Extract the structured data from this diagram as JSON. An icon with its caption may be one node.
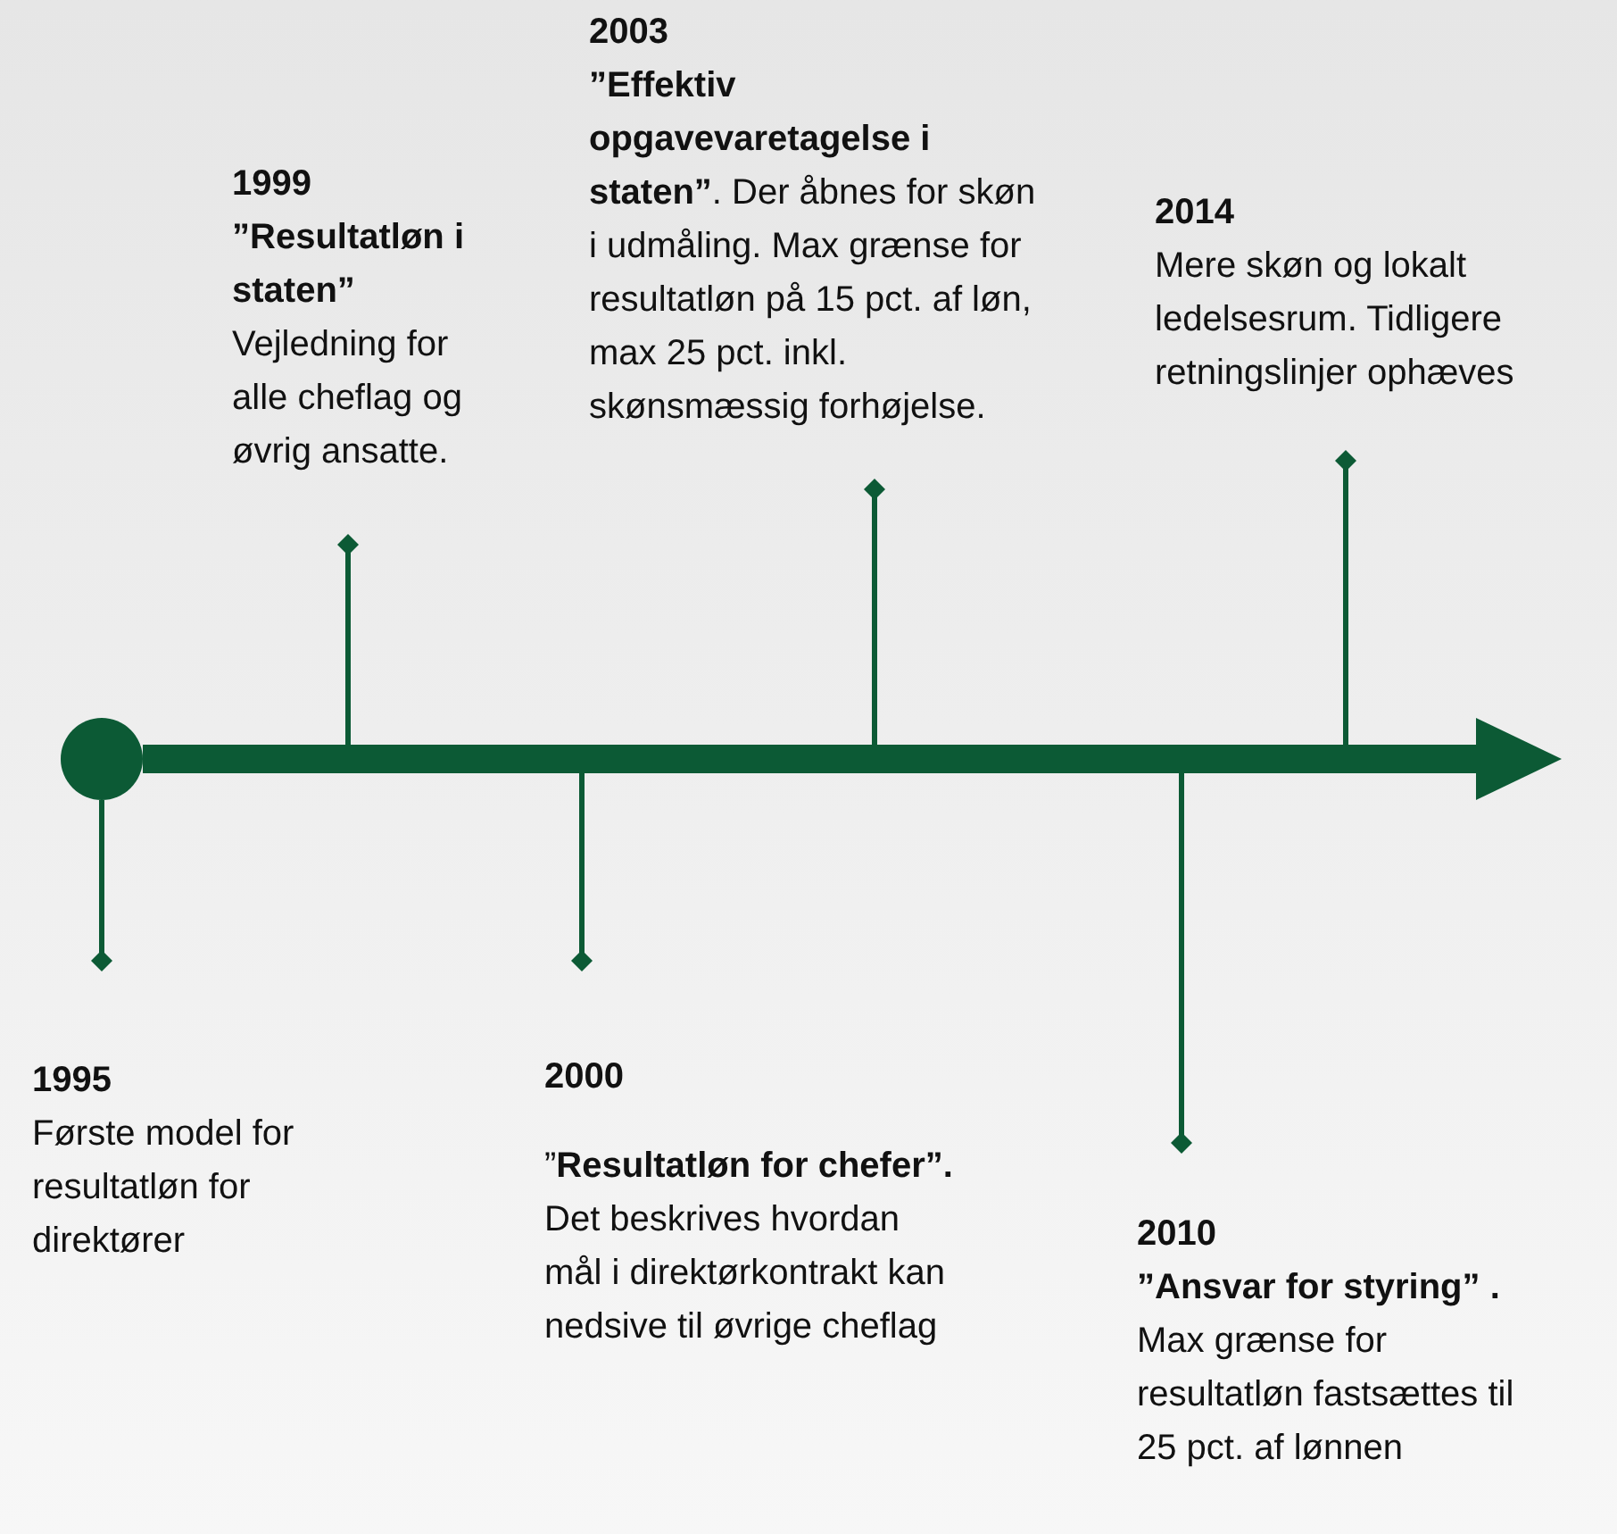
{
  "diagram": {
    "nodes": [
      {
        "text": [],
        "shape": "circle"
      },
      {
        "text": [
          "1995",
          "Første model for resultatløn for direktører"
        ]
      },
      {
        "text": [
          "1999",
          "”Resultatløn i staten”",
          "Vejledning for alle cheflag og øvrig ansatte."
        ]
      },
      {
        "text": [
          "2000",
          "”**Resultatløn for chefer”.** Det beskrives hvordan mål i direktørkontrakt kan nedsive til øvrige cheflag"
        ]
      },
      {
        "text": [
          "2003",
          "**”Effektiv opgavevaretagelse i staten”**. Der åbnes for skøn i udmåling. Max grænse for resultatløn på 15 pct. af løn, max 25 pct. inkl. skønsmæssig forhøjelse."
        ]
      },
      {
        "text": [
          "2010",
          "**”Ansvar for styring” .** Max grænse for resultatløn fastsættes til 25 pct. af lønnen"
        ]
      },
      {
        "text": [
          "2014",
          "Mere skøn og lokalt ledelsesrum. Tidligere retningslinjer ophæves"
        ]
      }
    ],
    "edges": [
      {
        "from": 0,
        "to": null,
        "arrow": "to",
        "style": "thick"
      },
      {
        "from": 1,
        "to": 0,
        "arrow": "other"
      },
      {
        "from": 2,
        "to": null,
        "arrow": "other"
      },
      {
        "from": 3,
        "to": null,
        "arrow": "other"
      },
      {
        "from": 4,
        "to": null,
        "arrow": "other"
      },
      {
        "from": 5,
        "to": null,
        "arrow": "other"
      },
      {
        "from": 6,
        "to": null,
        "arrow": "other"
      }
    ]
  }
}
